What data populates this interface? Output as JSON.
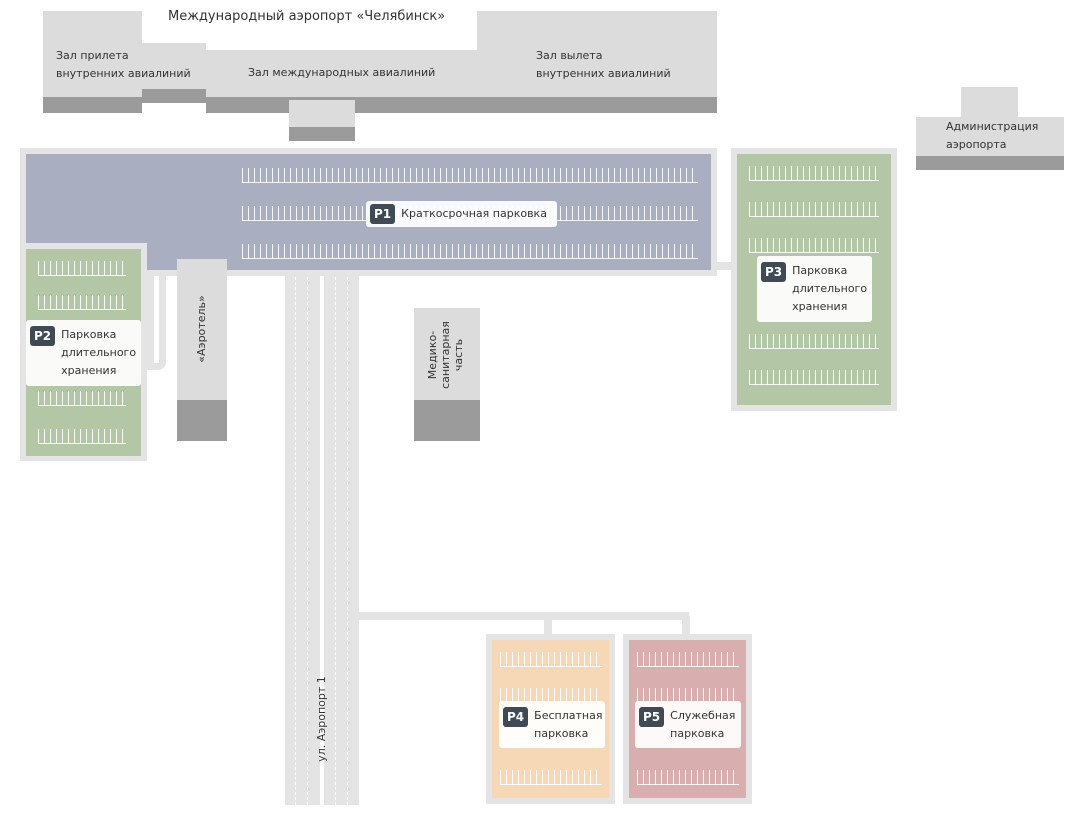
{
  "terminal": {
    "title": "Международный аэропорт «Челябинск»",
    "arrivals_domestic": "Зал прилета\nвнутренних авиалиний",
    "international": "Зал международных авиалиний",
    "departures_domestic": "Зал вылета\nвнутренних авиалиний"
  },
  "administration": "Администрация\nаэропорта",
  "buildings": {
    "aerotel": "«Аэротель»",
    "medical": "Медико-\nсанитарная\nчасть"
  },
  "street": "ул. Аэропорт 1",
  "parkings": {
    "p1": {
      "code": "P1",
      "name": "Краткосрочная парковка"
    },
    "p2": {
      "code": "P2",
      "name": "Парковка\nдлительного\nхранения"
    },
    "p3": {
      "code": "P3",
      "name": "Парковка\nдлительного\nхранения"
    },
    "p4": {
      "code": "P4",
      "name": "Бесплатная\nпарковка"
    },
    "p5": {
      "code": "P5",
      "name": "Служебная\nпарковка"
    }
  },
  "colors": {
    "short_term": "#a9aec1",
    "long_term": "#b3c6a6",
    "free": "#f6d8b6",
    "service": "#d8aeae",
    "building": "#dcdcdc",
    "road": "#e4e4e4",
    "badge": "#3f4a55"
  }
}
